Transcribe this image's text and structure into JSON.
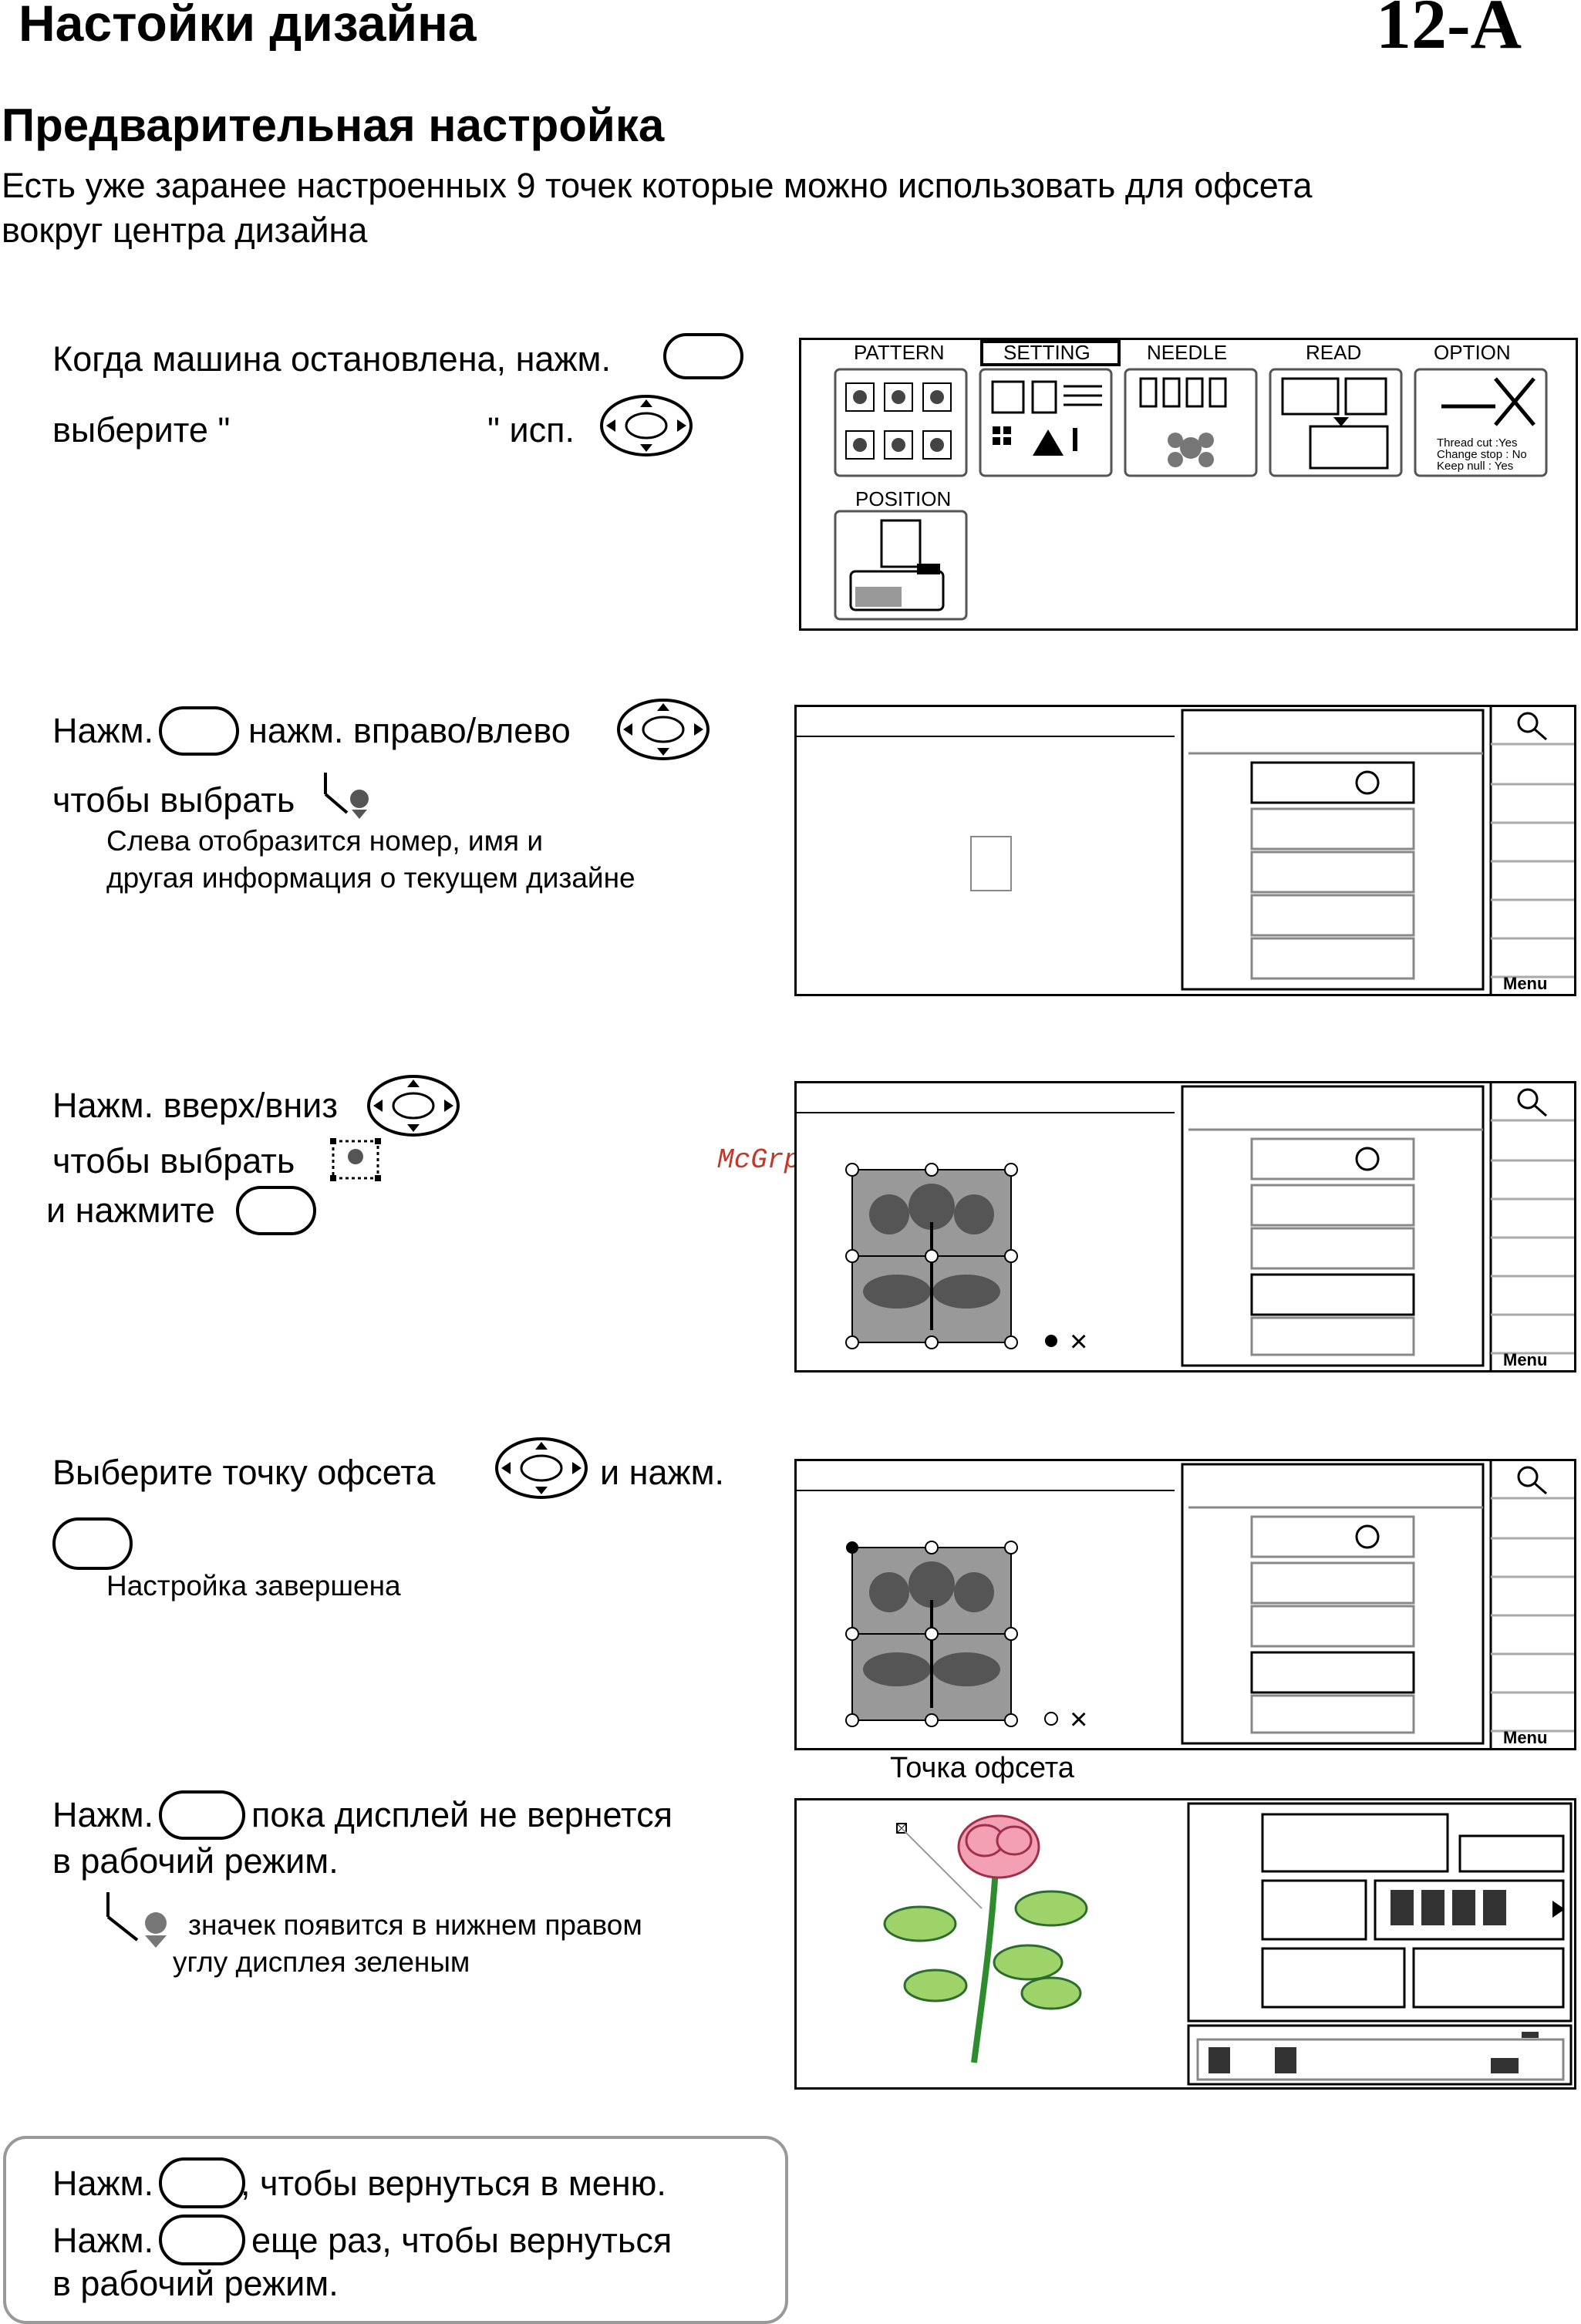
{
  "header": {
    "title": "Настойки дизайна",
    "page_number": "12-A"
  },
  "section": {
    "title": "Предварительная настройка",
    "intro_line1": "Есть уже заранее настроенных 9 точек которые можно использовать для офсета",
    "intro_line2": "вокруг центра дизайна"
  },
  "step1": {
    "line1": "Когда машина остановлена, нажм.",
    "line2a": "выберите \"",
    "line2b": "\" исп."
  },
  "step2": {
    "a": "Нажм.",
    "b": "нажм. вправо/влево",
    "c": "чтобы выбрать",
    "note1": "Слева отобразится номер, имя и",
    "note2": "другая информация о текущем дизайне"
  },
  "step3": {
    "a": "Нажм. вверх/вниз",
    "b": "чтобы выбрать",
    "c": "и нажмите"
  },
  "step4": {
    "a": "Выберите точку офсета",
    "b": "и нажм.",
    "note": "Настройка завершена"
  },
  "step5": {
    "a": "Нажм.",
    "b": "пока дисплей не вернется",
    "c": "в рабочий режим.",
    "note1": "значек появится в нижнем правом",
    "note2": "углу дисплея зеленым",
    "caption": "Точка офсета"
  },
  "step6": {
    "a": "Нажм.",
    "b": ", чтобы вернуться в меню.",
    "c": "Нажм.",
    "d": "еще раз, чтобы вернуться",
    "e": "в рабочий режим."
  },
  "menu_screen": {
    "tabs": [
      "PATTERN",
      "SETTING",
      "NEEDLE",
      "READ",
      "OPTION"
    ],
    "position_label": "POSITION",
    "option_lines": [
      "Thread cut  :Yes",
      "Change stop : No",
      "Keep null   : Yes"
    ]
  },
  "edit_screen": {
    "menu_label": "Menu"
  },
  "watermark": "McGrp.Ru"
}
